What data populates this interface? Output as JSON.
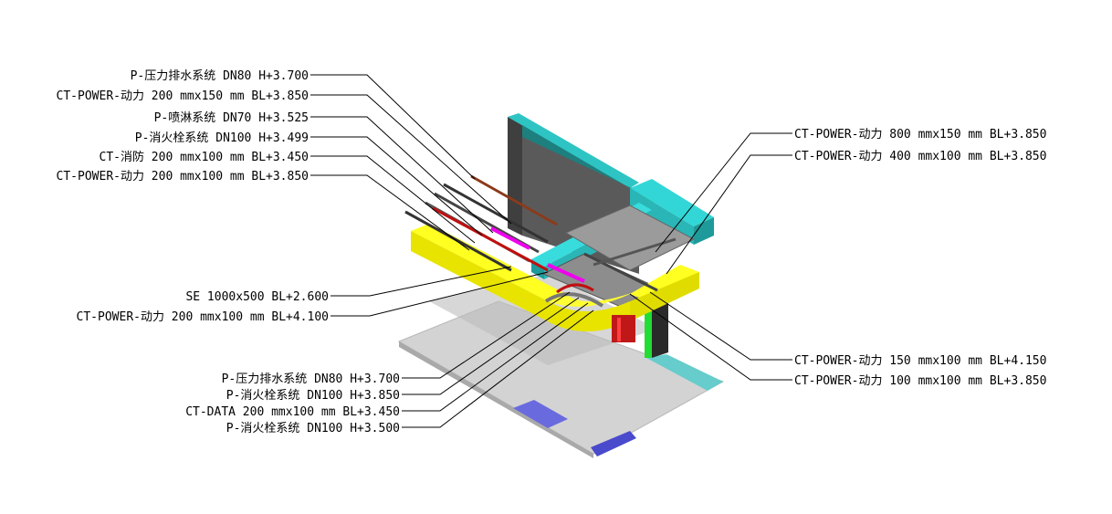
{
  "labels_left_top": [
    {
      "id": "l1",
      "text": "P-压力排水系统 DN80  H+3.700"
    },
    {
      "id": "l2",
      "text": "CT-POWER-动力 200 mmx150 mm BL+3.850"
    },
    {
      "id": "l3",
      "text": "P-喷淋系统 DN70  H+3.525"
    },
    {
      "id": "l4",
      "text": "P-消火栓系统 DN100  H+3.499"
    },
    {
      "id": "l5",
      "text": "CT-消防 200 mmx100 mm BL+3.450"
    },
    {
      "id": "l6",
      "text": "CT-POWER-动力 200 mmx100 mm BL+3.850"
    }
  ],
  "labels_left_mid": [
    {
      "id": "m1",
      "text": "SE 1000x500 BL+2.600"
    },
    {
      "id": "m2",
      "text": "CT-POWER-动力 200 mmx100 mm BL+4.100"
    }
  ],
  "labels_left_bottom": [
    {
      "id": "b1",
      "text": "P-压力排水系统 DN80  H+3.700"
    },
    {
      "id": "b2",
      "text": "P-消火栓系统 DN100  H+3.850"
    },
    {
      "id": "b3",
      "text": "CT-DATA 200 mmx100 mm BL+3.450"
    },
    {
      "id": "b4",
      "text": "P-消火栓系统 DN100  H+3.500"
    }
  ],
  "labels_right_top": [
    {
      "id": "r1",
      "text": "CT-POWER-动力 800 mmx150 mm BL+3.850"
    },
    {
      "id": "r2",
      "text": "CT-POWER-动力 400 mmx100 mm BL+3.850"
    }
  ],
  "labels_right_bottom": [
    {
      "id": "r3",
      "text": "CT-POWER-动力 150 mmx100 mm BL+4.150"
    },
    {
      "id": "r4",
      "text": "CT-POWER-动力 100 mmx100 mm BL+3.850"
    }
  ],
  "colors": {
    "duct_yellow": "#f2ef00",
    "beam_cyan": "#2fc4c4",
    "wall_dark": "#555555",
    "floor_gray": "#d6d6d6",
    "floor_blue": "#6a6adf",
    "green_block": "#22dd33",
    "pipe_red": "#b01010",
    "pipe_magenta": "#dd00dd",
    "tray_gray": "#8a8a8a"
  }
}
